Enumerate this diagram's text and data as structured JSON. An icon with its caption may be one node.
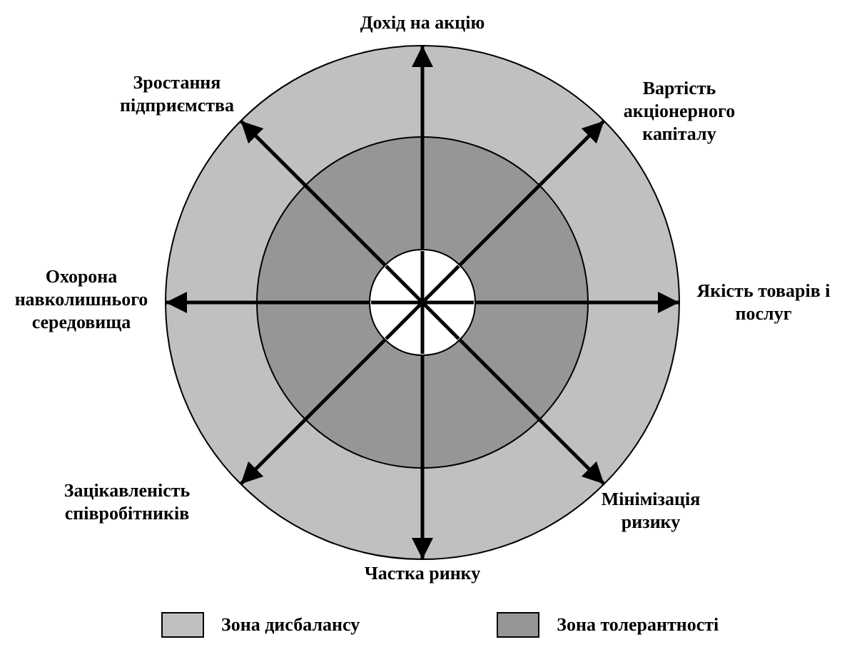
{
  "diagram": {
    "nodes": [
      {
        "text": [],
        "shape": "circle"
      },
      {
        "text": [
          "Дохід на акцію"
        ]
      },
      {
        "text": [
          "Зростання підприємства"
        ]
      },
      {
        "text": [
          "Вартість акціонерного капіталу"
        ]
      },
      {
        "text": [
          "Охорона навколишнього середовища"
        ]
      },
      {
        "text": [
          "Якість товарів і послуг"
        ]
      },
      {
        "text": [
          "Зацікавленість співробітників"
        ]
      },
      {
        "text": [
          "Мінімізація ризику"
        ]
      },
      {
        "text": [
          "Частка ринку"
        ]
      }
    ],
    "edges": [
      {
        "from": 0,
        "to": 1,
        "arrow": "to"
      },
      {
        "from": 0,
        "to": 2,
        "arrow": "to"
      },
      {
        "from": 0,
        "to": 3,
        "arrow": "to"
      },
      {
        "from": 0,
        "to": 4,
        "arrow": "to"
      },
      {
        "from": 0,
        "to": 5,
        "arrow": "to"
      },
      {
        "from": 0,
        "to": 6,
        "arrow": "to"
      },
      {
        "from": 0,
        "to": 7,
        "arrow": "to"
      },
      {
        "from": 0,
        "to": 8,
        "arrow": "to"
      }
    ],
    "legend": [
      {
        "text": "Зона дисбалансу",
        "color": "#c0c0c0"
      },
      {
        "text": "Зона толерантності",
        "color": "#969696"
      }
    ]
  }
}
